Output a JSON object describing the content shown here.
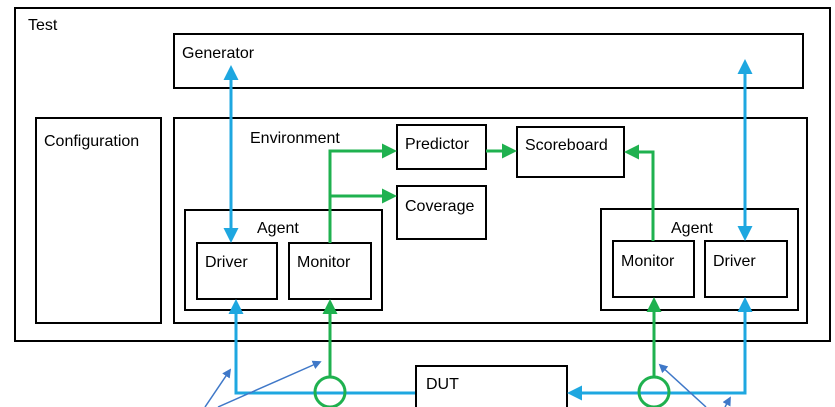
{
  "labels": {
    "test": "Test",
    "generator": "Generator",
    "configuration": "Configuration",
    "environment": "Environment",
    "predictor": "Predictor",
    "scoreboard": "Scoreboard",
    "coverage": "Coverage",
    "agent_left": "Agent",
    "agent_right": "Agent",
    "driver_left": "Driver",
    "monitor_left": "Monitor",
    "monitor_right": "Monitor",
    "driver_right": "Driver",
    "dut": "DUT"
  },
  "colors": {
    "driver_link": "#1ea7e0",
    "monitor_link": "#1fb14f",
    "pointer": "#3f78c8",
    "box_stroke": "#000000"
  }
}
